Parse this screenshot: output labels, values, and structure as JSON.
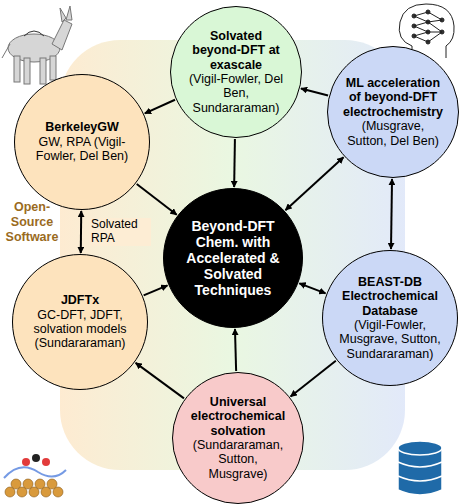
{
  "diagram": {
    "nodes": [
      {
        "text": [
          "Beyond-DFT Chem. with Accelerated & Solvated Techniques"
        ]
      },
      {
        "text": [
          "Solvated beyond-DFT at exascale",
          "(Vigil-Fowler, Del Ben, Sundararaman)"
        ]
      },
      {
        "text": [
          "ML acceleration of beyond-DFT electrochemistry",
          "(Musgrave, Sutton, Del Ben)"
        ]
      },
      {
        "text": [
          "BEAST-DB Electrochemical Database",
          "(Vigil-Fowler, Musgrave, Sutton, Sundararaman)"
        ]
      },
      {
        "text": [
          "Universal electrochemical solvation",
          "(Sundararaman, Sutton, Musgrave)"
        ]
      },
      {
        "text": [
          "JDFTx",
          "GC-DFT, JDFT, solvation models (Sundararaman)"
        ]
      },
      {
        "text": [
          "BerkeleyGW",
          "GW, RPA (Vigil-Fowler, Del Ben)"
        ]
      }
    ],
    "edges": [
      {
        "from": 1,
        "to": 0,
        "arrow": "to"
      },
      {
        "from": 1,
        "to": 6,
        "arrow": "to"
      },
      {
        "from": 2,
        "to": 1,
        "arrow": "to"
      },
      {
        "from": 2,
        "to": 0,
        "arrow": "both"
      },
      {
        "from": 2,
        "to": 3,
        "arrow": "both"
      },
      {
        "from": 3,
        "to": 0,
        "arrow": "both"
      },
      {
        "from": 3,
        "to": 4,
        "arrow": "to"
      },
      {
        "from": 4,
        "to": 0,
        "arrow": "to"
      },
      {
        "from": 4,
        "to": 5,
        "arrow": "to"
      },
      {
        "from": 5,
        "to": 0,
        "arrow": "to"
      },
      {
        "from": 6,
        "to": 0,
        "arrow": "to"
      },
      {
        "from": 6,
        "to": 5,
        "label": "Solvated RPA",
        "arrow": "both"
      }
    ],
    "labels": [
      "Open-Source Software"
    ]
  }
}
